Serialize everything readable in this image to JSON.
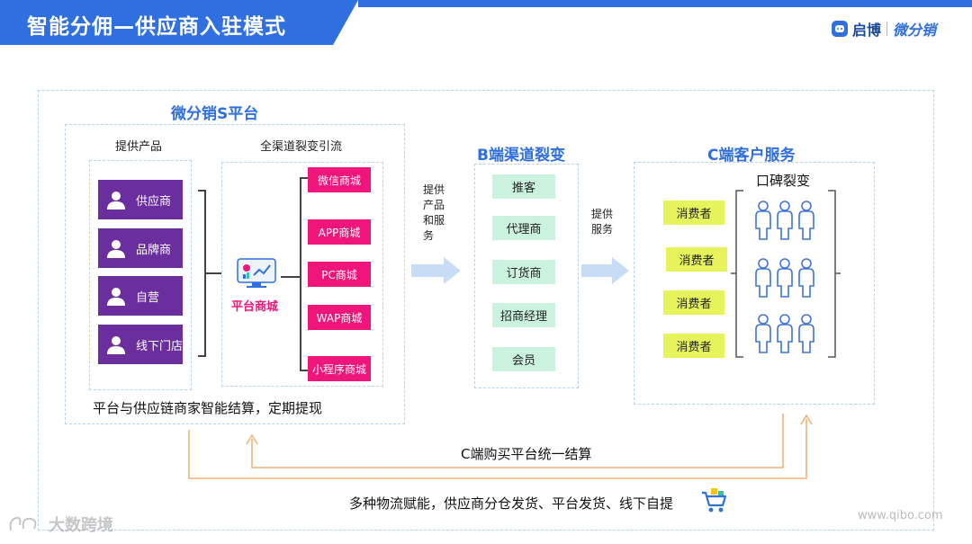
{
  "header": {
    "title": "智能分佣—供应商入驻模式",
    "brand_name": "启博",
    "brand_sub": "微分销",
    "colors": {
      "banner": "#2f6fe0",
      "accent": "#2f6fe0"
    }
  },
  "s_platform": {
    "title": "微分销S平台",
    "products_title": "提供产品",
    "products": [
      "供应商",
      "品牌商",
      "自营",
      "线下门店"
    ],
    "channels_title": "全渠道裂变引流",
    "hub_label": "平台商城",
    "channels": [
      "微信商城",
      "APP商城",
      "PC商城",
      "WAP商城",
      "小程序商城"
    ],
    "settlement": "平台与供应链商家智能结算，定期提现"
  },
  "arrow1_label": [
    "提供",
    "产品",
    "和服",
    "务"
  ],
  "b_channel": {
    "title": "B端渠道裂变",
    "items": [
      "推客",
      "代理商",
      "订货商",
      "招商经理",
      "会员"
    ]
  },
  "arrow2_label": [
    "提供",
    "服务"
  ],
  "c_service": {
    "title": "C端客户服务",
    "consumers": [
      "消费者",
      "消费者",
      "消费者",
      "消费者"
    ],
    "wom_title": "口碑裂变"
  },
  "flow": {
    "c_settlement": "C端购买平台统一结算",
    "logistics": "多种物流赋能，供应商分仓发货、平台发货、线下自提"
  },
  "watermark": {
    "left": "大数跨境",
    "right": "www.qibo.com"
  }
}
